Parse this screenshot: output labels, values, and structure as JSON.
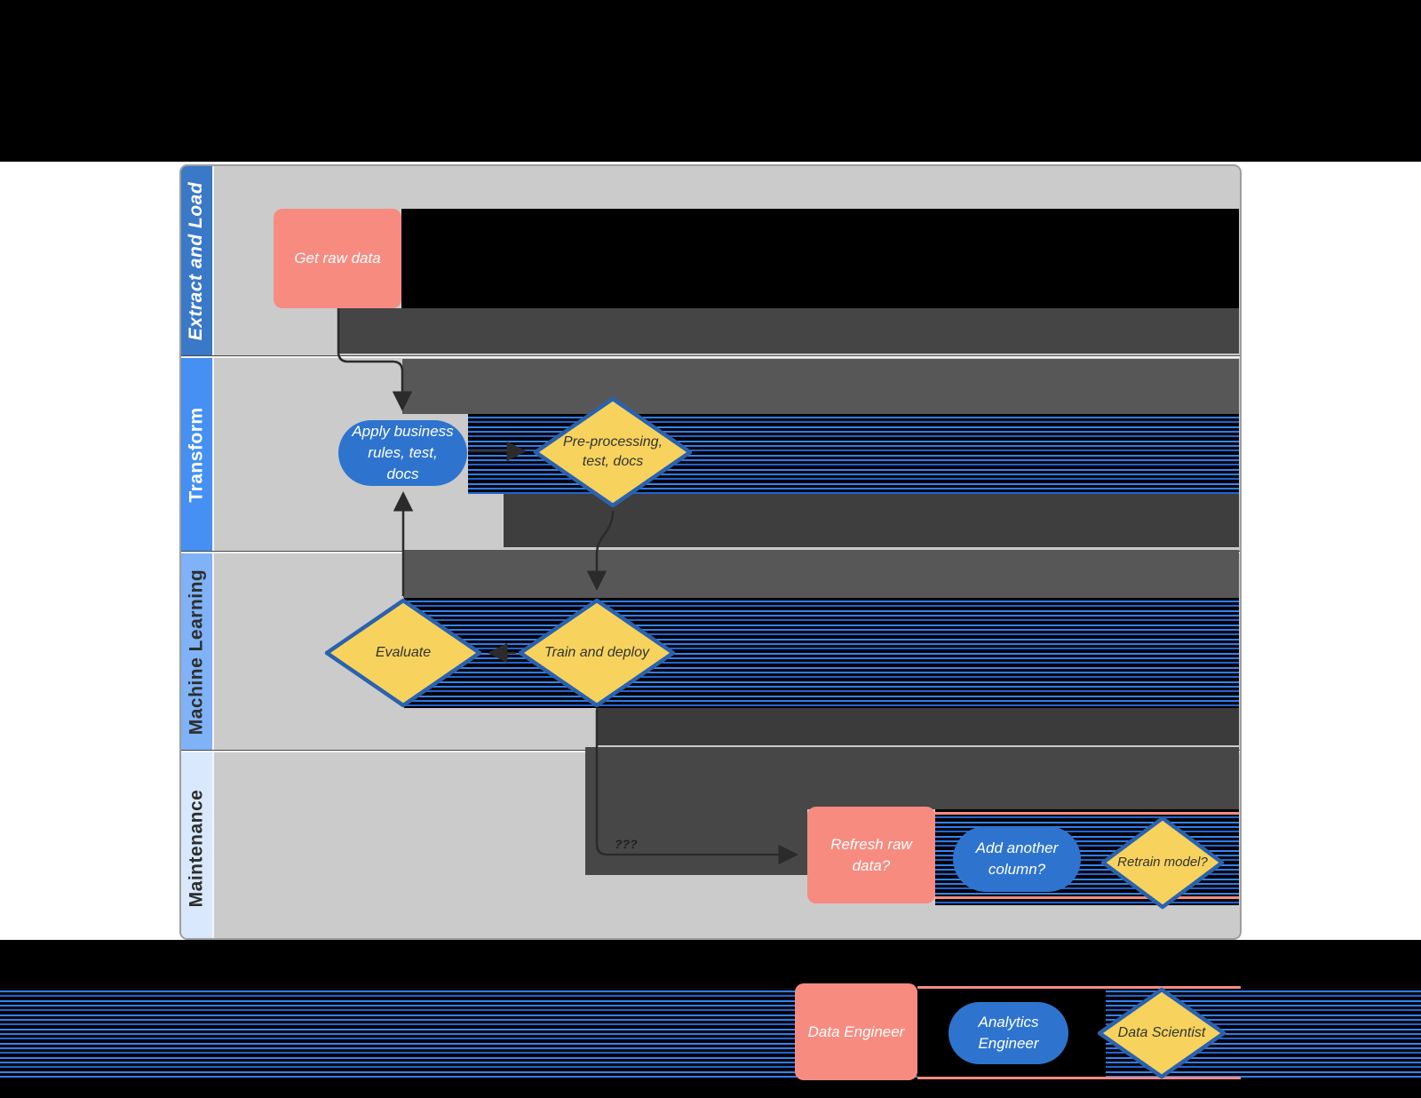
{
  "diagram": {
    "lanes": [
      {
        "label": "Extract and Load",
        "header_color": "#3A78C8",
        "text_color": "#FFFFFF"
      },
      {
        "label": "Transform",
        "header_color": "#4590F2",
        "text_color": "#FFFFFF"
      },
      {
        "label": "Machine Learning",
        "header_color": "#7FB2F7",
        "text_color": "#2E2E2E"
      },
      {
        "label": "Maintenance",
        "header_color": "#D9E8FC",
        "text_color": "#2E2E2E"
      }
    ],
    "nodes": {
      "get_raw_data": {
        "label": "Get raw data",
        "shape": "rectangle",
        "lane": "Extract and Load"
      },
      "apply_rules": {
        "label": "Apply business rules, test, docs",
        "shape": "pill",
        "lane": "Transform"
      },
      "preprocessing": {
        "label": "Pre-processing, test, docs",
        "shape": "diamond",
        "lane": "Transform"
      },
      "evaluate": {
        "label": "Evaluate",
        "shape": "diamond",
        "lane": "Machine Learning"
      },
      "train_deploy": {
        "label": "Train and deploy",
        "shape": "diamond",
        "lane": "Machine Learning"
      },
      "refresh_raw": {
        "label": "Refresh raw data?",
        "shape": "rectangle",
        "lane": "Maintenance"
      },
      "add_column": {
        "label": "Add another column?",
        "shape": "pill",
        "lane": "Maintenance"
      },
      "retrain": {
        "label": "Retrain model?",
        "shape": "diamond",
        "lane": "Maintenance"
      }
    },
    "edges": {
      "train_to_refresh_label": "???"
    },
    "legend": {
      "data_engineer": {
        "label": "Data Engineer",
        "shape": "rectangle"
      },
      "analytics_engineer": {
        "label": "Analytics Engineer",
        "shape": "pill"
      },
      "data_scientist": {
        "label": "Data Scientist",
        "shape": "diamond"
      }
    },
    "colors": {
      "rectangle_role": "#F78B80",
      "pill_role": "#2E74CE",
      "diamond_fill": "#F7D35E",
      "diamond_border": "#2B62AE",
      "lane_body": "#CBCBCB",
      "arrow": "#2B2B2B",
      "artifact_black": "#000000",
      "artifact_dark_gray": "#454545",
      "artifact_stripe_blue": "#2E7BF0"
    }
  }
}
